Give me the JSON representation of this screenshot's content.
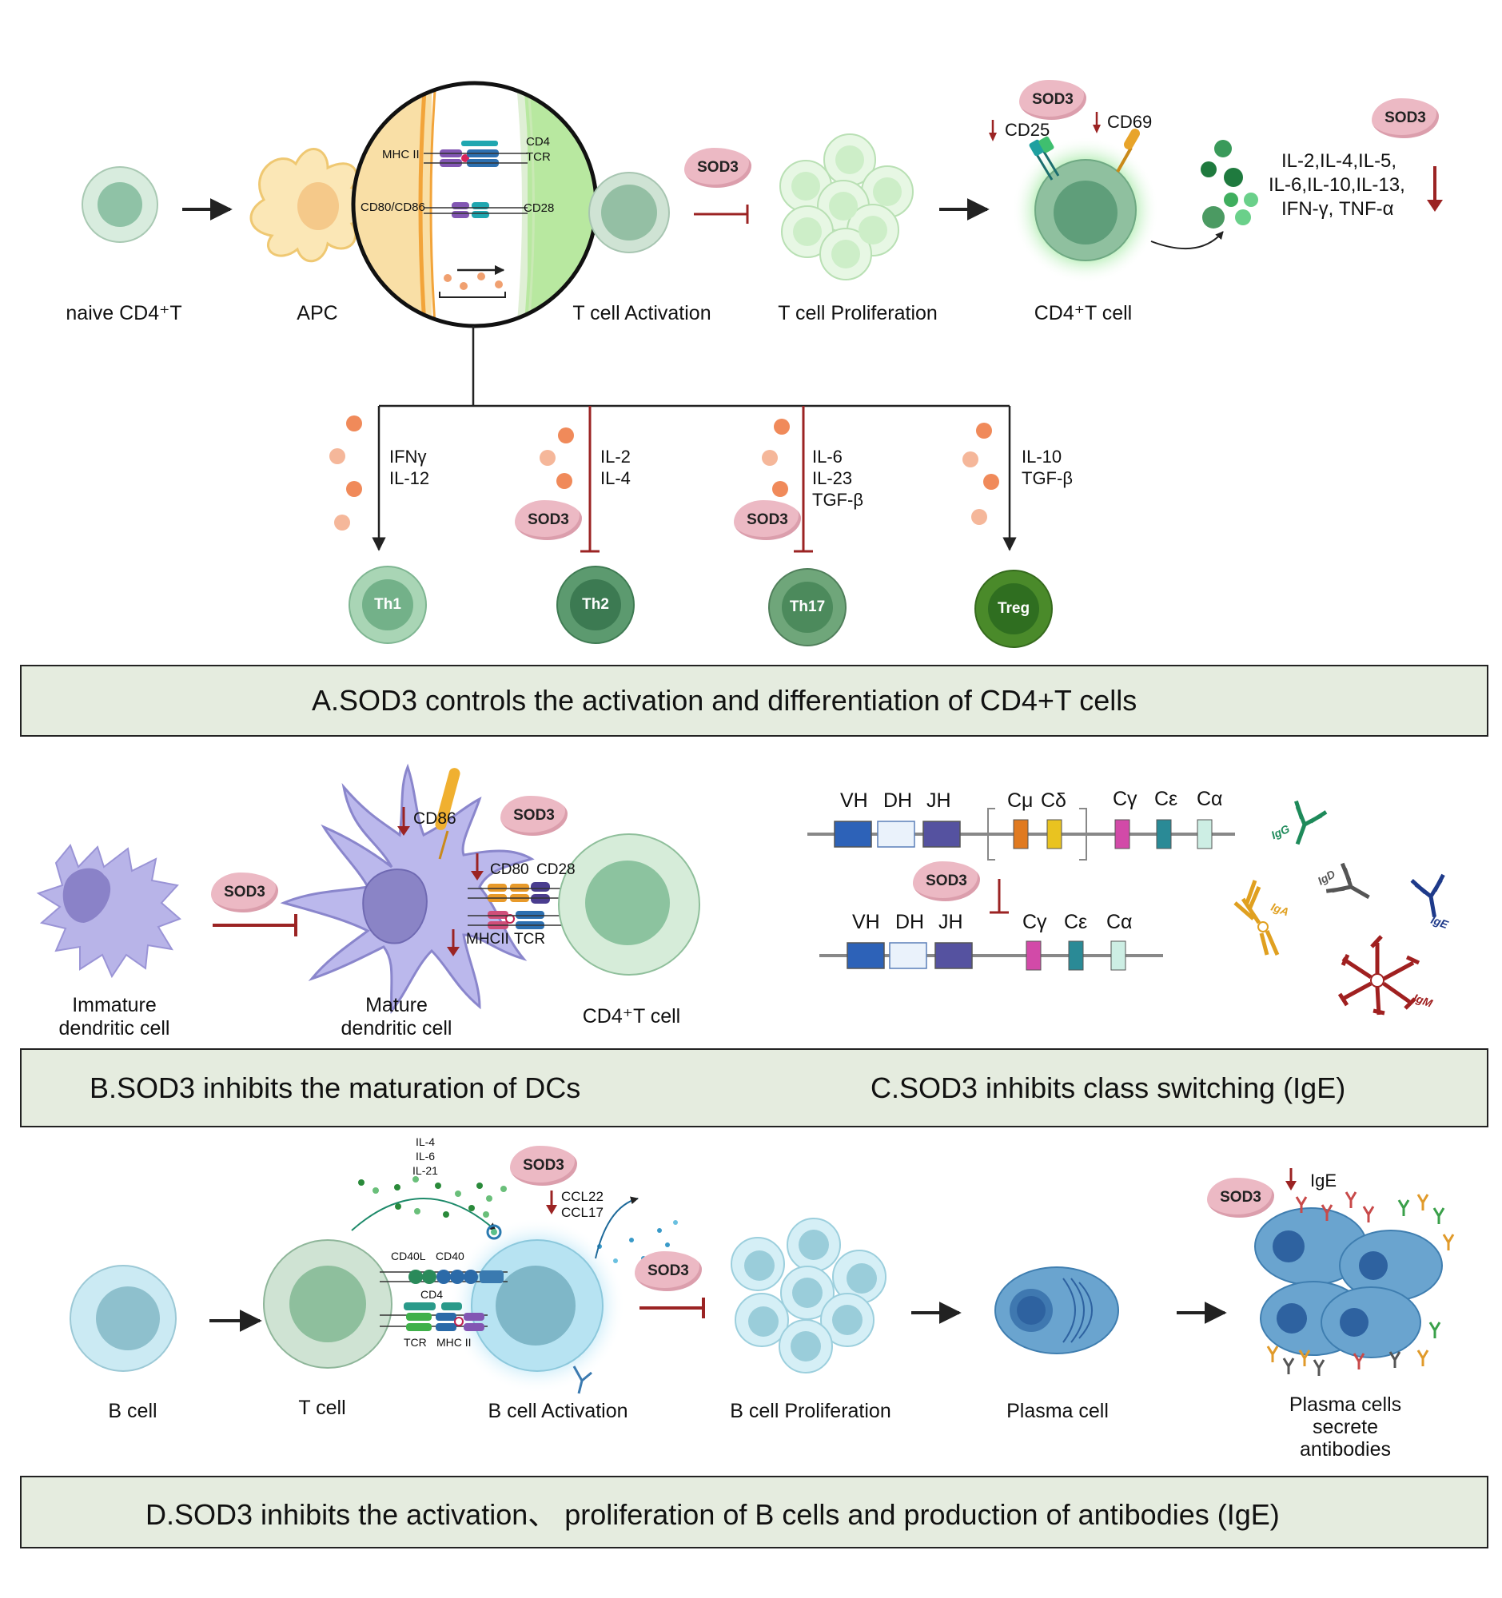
{
  "sod3_label": "SOD3",
  "panelA": {
    "banner": "A.SOD3 controls the activation and differentiation of CD4+T cells",
    "labels": {
      "naive": "naive CD4⁺T",
      "apc": "APC",
      "activation": "T cell Activation",
      "proliferation": "T cell Proliferation",
      "cd4t": "CD4⁺T cell"
    },
    "synapse": {
      "mhc2": "MHC II",
      "cd4": "CD4",
      "tcr": "TCR",
      "cd80": "CD80/CD86",
      "cd28": "CD28"
    },
    "markers": {
      "cd25": "CD25",
      "cd69": "CD69"
    },
    "cytokines": [
      "IL-2,IL-4,IL-5,",
      "IL-6,IL-10,IL-13,",
      "IFN-γ, TNF-α"
    ],
    "subsets": [
      {
        "name": "Th1",
        "cytokines": [
          "IFNγ",
          "IL-12"
        ],
        "inhibited": false
      },
      {
        "name": "Th2",
        "cytokines": [
          "IL-2",
          "IL-4"
        ],
        "inhibited": true
      },
      {
        "name": "Th17",
        "cytokines": [
          "IL-6",
          "IL-23",
          "TGF-β"
        ],
        "inhibited": true
      },
      {
        "name": "Treg",
        "cytokines": [
          "IL-10",
          "TGF-β"
        ],
        "inhibited": false
      }
    ]
  },
  "panelB": {
    "banner": "B.SOD3 inhibits  the maturation of DCs",
    "immature": [
      "Immature",
      "dendritic cell"
    ],
    "mature": [
      "Mature",
      "dendritic cell"
    ],
    "cd4t": "CD4⁺T cell",
    "cd86": "CD86",
    "cd80": "CD80",
    "cd28": "CD28",
    "mhc2": "MHCII",
    "tcr": "TCR"
  },
  "panelC": {
    "banner": "C.SOD3 inhibits class switching (IgE)",
    "row1": [
      "VH",
      "DH",
      "JH",
      "Cμ",
      "Cδ",
      "Cγ",
      "Cε",
      "Cα"
    ],
    "row2": [
      "VH",
      "DH",
      "JH",
      "Cγ",
      "Cε",
      "Cα"
    ],
    "antibodies": [
      "IgG",
      "IgD",
      "IgA",
      "IgE",
      "IgM"
    ]
  },
  "panelD": {
    "banner": "D.SOD3 inhibits the activation、 proliferation of B cells and production of antibodies (IgE)",
    "labels": {
      "bcell": "B cell",
      "tcell": "T cell",
      "activation": "B cell Activation",
      "proliferation": "B cell Proliferation",
      "plasma": "Plasma cell",
      "secrete": [
        "Plasma cells",
        "secrete",
        "antibodies"
      ]
    },
    "interleukins": [
      "IL-4",
      "IL-6",
      "IL-21"
    ],
    "chemokines": [
      "CCL22",
      "CCL17"
    ],
    "receptors": {
      "cd40l": "CD40L",
      "cd40": "CD40",
      "cd4": "CD4",
      "tcr": "TCR",
      "mhc2": "MHC II"
    },
    "ige": "IgE"
  }
}
